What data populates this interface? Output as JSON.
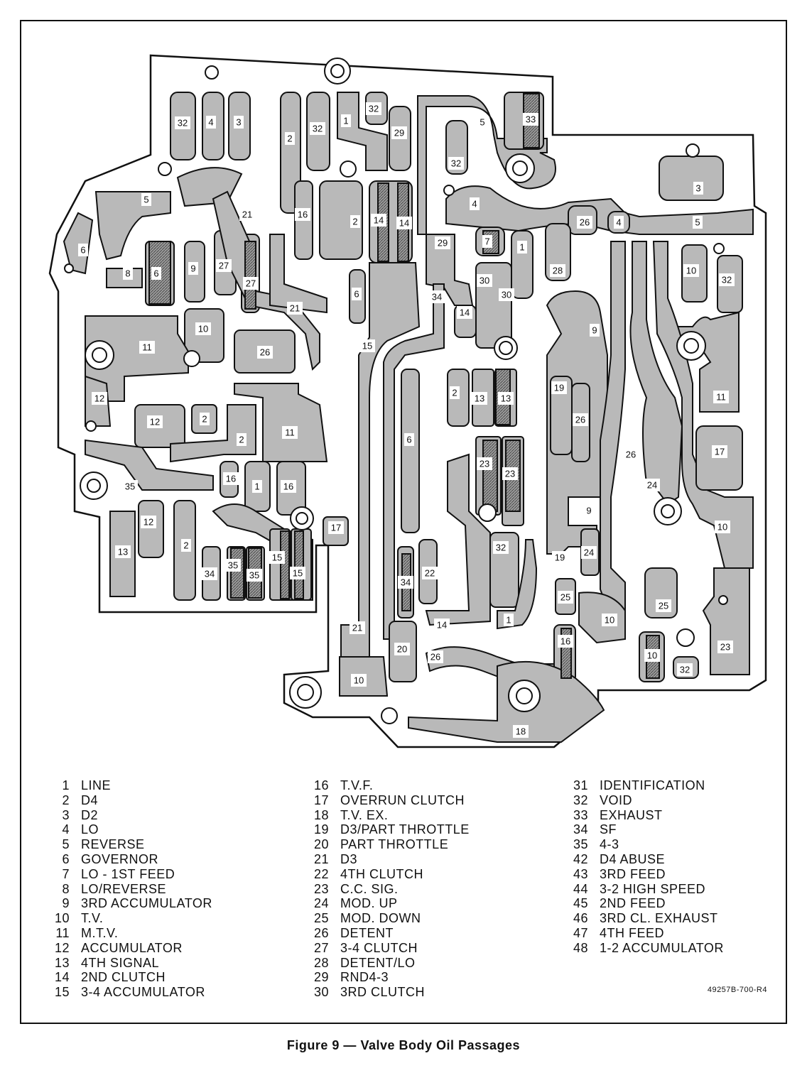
{
  "figure": {
    "caption": "Figure 9 — Valve Body Oil Passages",
    "code": "49257B-700-R4"
  },
  "diagram_labels": [
    "32",
    "4",
    "3",
    "2",
    "32",
    "1",
    "32",
    "29",
    "5",
    "33",
    "32",
    "3",
    "5",
    "4",
    "26",
    "4",
    "5",
    "6",
    "8",
    "6",
    "9",
    "27",
    "27",
    "21",
    "16",
    "2",
    "14",
    "14",
    "6",
    "29",
    "7",
    "1",
    "28",
    "10",
    "32",
    "30",
    "30",
    "34",
    "14",
    "21",
    "15",
    "6",
    "10",
    "11",
    "26",
    "9",
    "2",
    "13",
    "13",
    "19",
    "26",
    "11",
    "12",
    "12",
    "2",
    "2",
    "11",
    "6",
    "23",
    "23",
    "26",
    "24",
    "17",
    "35",
    "16",
    "1",
    "16",
    "9",
    "10",
    "12",
    "13",
    "2",
    "17",
    "34",
    "35",
    "35",
    "15",
    "15",
    "34",
    "22",
    "32",
    "19",
    "24",
    "25",
    "25",
    "21",
    "14",
    "1",
    "10",
    "20",
    "26",
    "16",
    "10",
    "23",
    "10",
    "32",
    "18"
  ],
  "legend": [
    [
      {
        "num": "1",
        "name": "LINE"
      },
      {
        "num": "2",
        "name": "D4"
      },
      {
        "num": "3",
        "name": "D2"
      },
      {
        "num": "4",
        "name": "LO"
      },
      {
        "num": "5",
        "name": "REVERSE"
      },
      {
        "num": "6",
        "name": "GOVERNOR"
      },
      {
        "num": "7",
        "name": "LO - 1ST FEED"
      },
      {
        "num": "8",
        "name": "LO/REVERSE"
      },
      {
        "num": "9",
        "name": "3RD ACCUMULATOR"
      },
      {
        "num": "10",
        "name": "T.V."
      },
      {
        "num": "11",
        "name": "M.T.V."
      },
      {
        "num": "12",
        "name": "ACCUMULATOR"
      },
      {
        "num": "13",
        "name": "4TH SIGNAL"
      },
      {
        "num": "14",
        "name": "2ND CLUTCH"
      },
      {
        "num": "15",
        "name": "3-4 ACCUMULATOR"
      }
    ],
    [
      {
        "num": "16",
        "name": "T.V.F."
      },
      {
        "num": "17",
        "name": "OVERRUN CLUTCH"
      },
      {
        "num": "18",
        "name": "T.V. EX."
      },
      {
        "num": "19",
        "name": "D3/PART THROTTLE"
      },
      {
        "num": "20",
        "name": "PART THROTTLE"
      },
      {
        "num": "21",
        "name": "D3"
      },
      {
        "num": "22",
        "name": "4TH CLUTCH"
      },
      {
        "num": "23",
        "name": "C.C. SIG."
      },
      {
        "num": "24",
        "name": "MOD. UP"
      },
      {
        "num": "25",
        "name": "MOD. DOWN"
      },
      {
        "num": "26",
        "name": "DETENT"
      },
      {
        "num": "27",
        "name": "3-4 CLUTCH"
      },
      {
        "num": "28",
        "name": "DETENT/LO"
      },
      {
        "num": "29",
        "name": "RND4-3"
      },
      {
        "num": "30",
        "name": "3RD CLUTCH"
      }
    ],
    [
      {
        "num": "31",
        "name": "IDENTIFICATION"
      },
      {
        "num": "32",
        "name": "VOID"
      },
      {
        "num": "33",
        "name": "EXHAUST"
      },
      {
        "num": "34",
        "name": "SF"
      },
      {
        "num": "35",
        "name": "4-3"
      },
      {
        "num": "42",
        "name": "D4 ABUSE"
      },
      {
        "num": "43",
        "name": "3RD FEED"
      },
      {
        "num": "44",
        "name": "3-2 HIGH SPEED"
      },
      {
        "num": "45",
        "name": "2ND FEED"
      },
      {
        "num": "46",
        "name": "3RD CL. EXHAUST"
      },
      {
        "num": "47",
        "name": "4TH FEED"
      },
      {
        "num": "48",
        "name": "1-2 ACCUMULATOR"
      }
    ]
  ]
}
